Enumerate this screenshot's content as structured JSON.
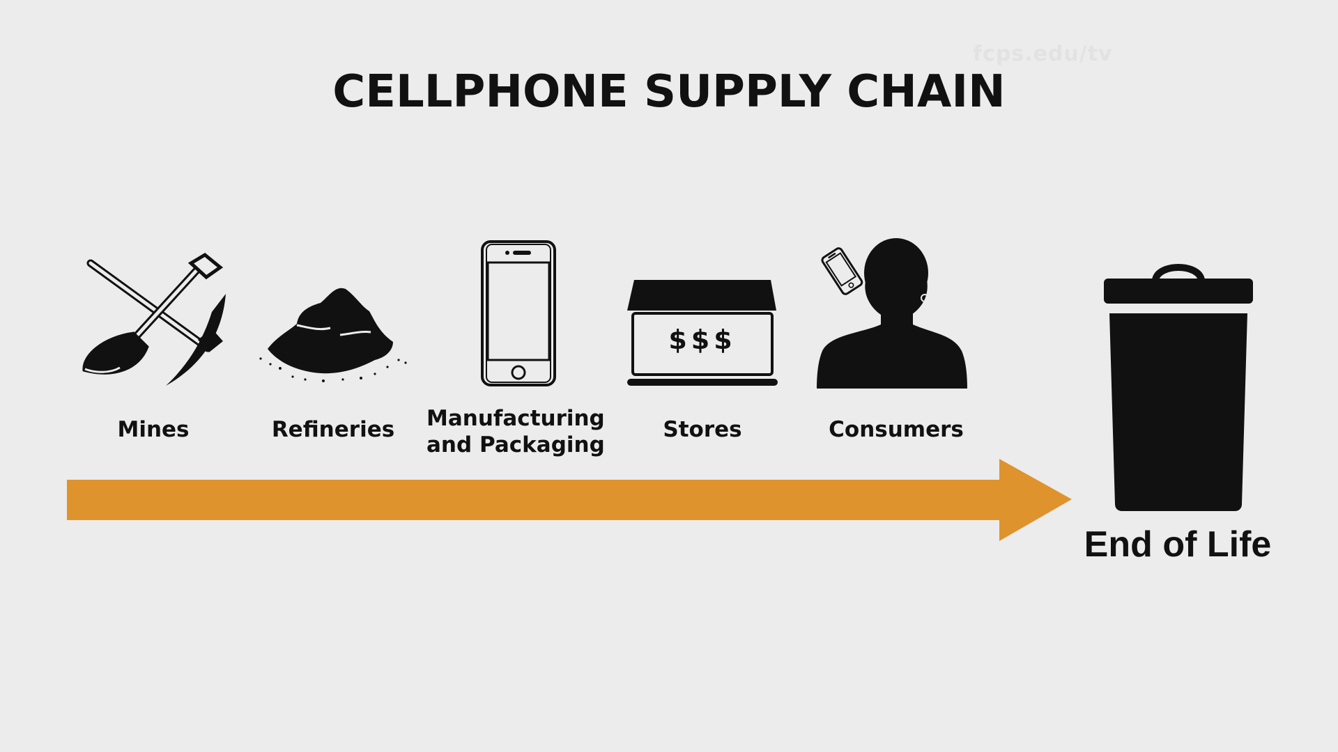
{
  "watermark": "fcps.edu/tv",
  "title": "CELLPHONE SUPPLY CHAIN",
  "stages": [
    {
      "label": "Mines",
      "icon": "pickaxe-shovel-icon"
    },
    {
      "label": "Refineries",
      "icon": "ore-pile-icon"
    },
    {
      "label": "Manufacturing\nand Packaging",
      "icon": "smartphone-icon"
    },
    {
      "label": "Stores",
      "icon": "storefront-icon"
    },
    {
      "label": "Consumers",
      "icon": "person-with-phone-icon"
    }
  ],
  "store_sign": "$$$",
  "end": {
    "label": "End of Life",
    "icon": "trash-can-icon"
  },
  "colors": {
    "arrow": "#df932d",
    "icon": "#111111",
    "background": "#ececec"
  }
}
